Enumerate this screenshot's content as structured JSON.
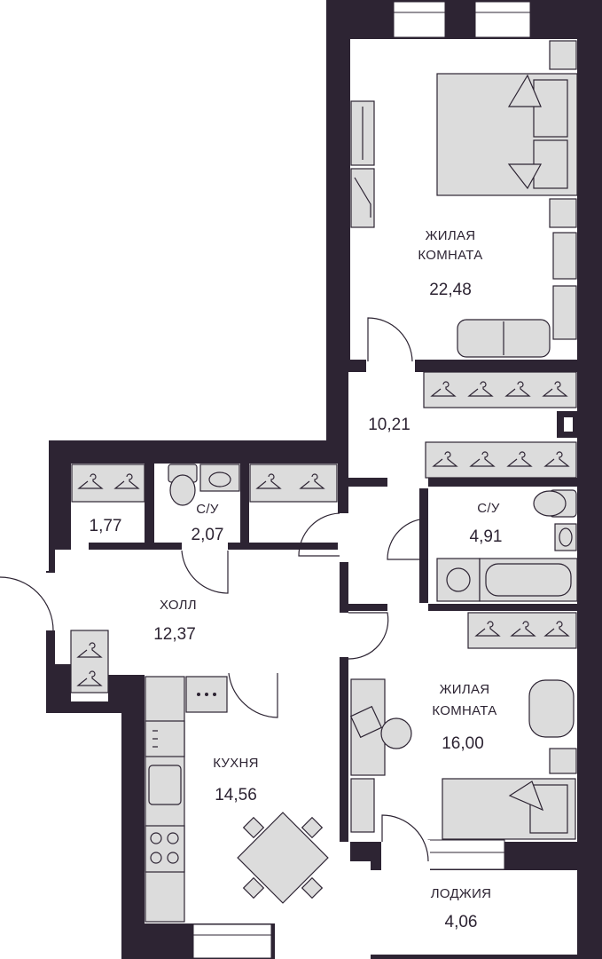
{
  "rooms": {
    "living_top": {
      "name_line1": "ЖИЛАЯ",
      "name_line2": "КОМНАТА",
      "area": "22,48"
    },
    "corridor": {
      "area": "10,21"
    },
    "bath_right": {
      "name": "С/У",
      "area": "4,91"
    },
    "closet": {
      "area": "1,77"
    },
    "bath_left": {
      "name": "С/У",
      "area": "2,07"
    },
    "hall": {
      "name": "ХОЛЛ",
      "area": "12,37"
    },
    "living_bottom": {
      "name_line1": "ЖИЛАЯ",
      "name_line2": "КОМНАТА",
      "area": "16,00"
    },
    "kitchen": {
      "name": "КУХНЯ",
      "area": "14,56"
    },
    "loggia": {
      "name": "ЛОДЖИЯ",
      "area": "4,06"
    }
  },
  "colors": {
    "wall": "#2d2433",
    "furniture": "#dcdcdc",
    "background": "#ffffff"
  }
}
